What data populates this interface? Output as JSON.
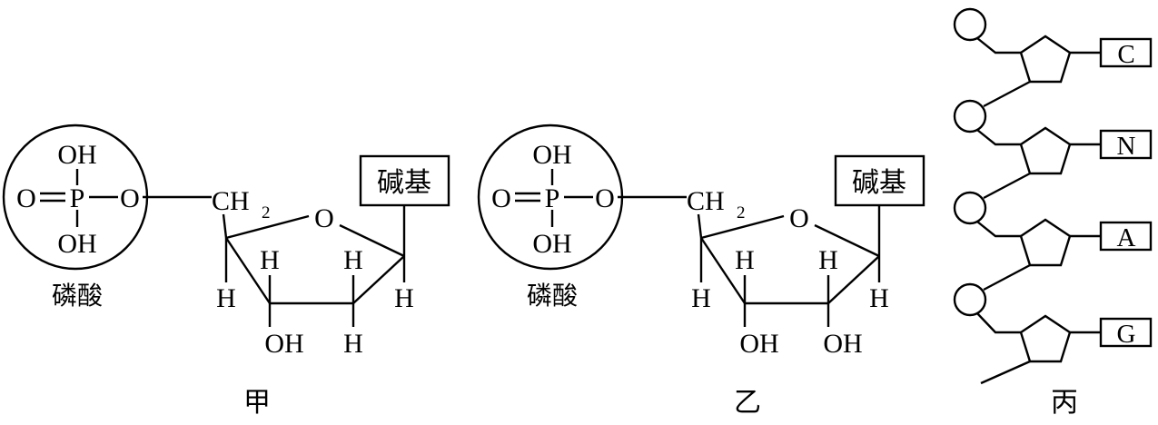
{
  "panels": {
    "jia": {
      "caption": "甲",
      "phosphate_label": "磷酸",
      "base_label": "碱基",
      "phosphate": {
        "oh_top": "OH",
        "oh_bottom": "OH",
        "o_left": "O",
        "p": "P",
        "o_right": "O"
      },
      "sugar": {
        "ch2": "CH",
        "ch2_sub": "2",
        "ring_o": "O",
        "h_c4_out": "H",
        "h_c3_in": "H",
        "h_c2_in": "H",
        "h_c1_out": "H",
        "c3_sub": "OH",
        "c2_sub": "H"
      }
    },
    "yi": {
      "caption": "乙",
      "phosphate_label": "磷酸",
      "base_label": "碱基",
      "phosphate": {
        "oh_top": "OH",
        "oh_bottom": "OH",
        "o_left": "O",
        "p": "P",
        "o_right": "O"
      },
      "sugar": {
        "ch2": "CH",
        "ch2_sub": "2",
        "ring_o": "O",
        "h_c4_out": "H",
        "h_c3_in": "H",
        "h_c2_in": "H",
        "h_c1_out": "H",
        "c3_sub": "OH",
        "c2_sub": "OH"
      }
    },
    "bing": {
      "caption": "丙",
      "bases": [
        "C",
        "N",
        "A",
        "G"
      ]
    }
  }
}
